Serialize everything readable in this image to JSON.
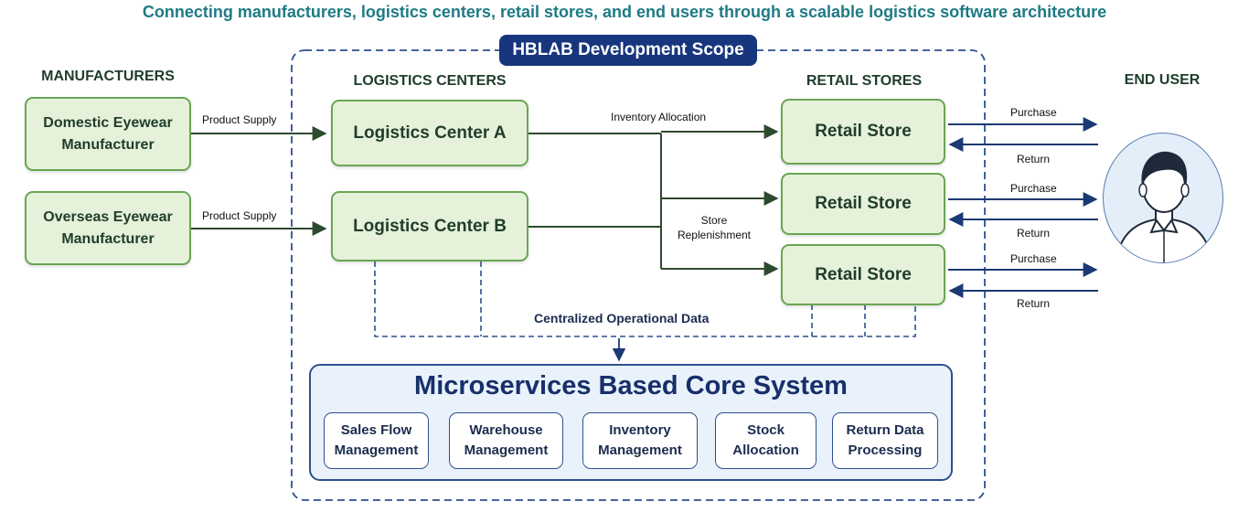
{
  "subtitle": "Connecting manufacturers, logistics centers, retail stores, and end users through a scalable logistics software architecture",
  "scope_label": "HBLAB Development Scope",
  "columns": {
    "manufacturers": "MANUFACTURERS",
    "logistics": "LOGISTICS CENTERS",
    "retail": "RETAIL STORES",
    "end_user": "END USER"
  },
  "manufacturers": [
    {
      "line1": "Domestic Eyewear",
      "line2": "Manufacturer"
    },
    {
      "line1": "Overseas Eyewear",
      "line2": "Manufacturer"
    }
  ],
  "logistics_centers": [
    "Logistics Center A",
    "Logistics Center B"
  ],
  "retail_stores": [
    "Retail Store",
    "Retail Store",
    "Retail Store"
  ],
  "flows": {
    "product_supply": [
      "Product Supply",
      "Product Supply"
    ],
    "inventory_allocation": "Inventory Allocation",
    "store_replenishment": {
      "line1": "Store",
      "line2": "Replenishment"
    },
    "purchase": [
      "Purchase",
      "Purchase",
      "Purchase"
    ],
    "return": [
      "Return",
      "Return",
      "Return"
    ],
    "centralized_data": "Centralized Operational Data"
  },
  "core_system": {
    "title": "Microservices Based Core System",
    "services": [
      {
        "line1": "Sales Flow",
        "line2": "Management"
      },
      {
        "line1": "Warehouse",
        "line2": "Management"
      },
      {
        "line1": "Inventory",
        "line2": "Management"
      },
      {
        "line1": "Stock",
        "line2": "Allocation"
      },
      {
        "line1": "Return Data",
        "line2": "Processing"
      }
    ]
  },
  "colors": {
    "green_fill": "#e6f1da",
    "green_border": "#6aa553",
    "navy": "#17367d",
    "blue_border": "#2d4f8e",
    "teal_text": "#1e7a84"
  },
  "icons": {
    "end_user": "person-avatar-icon"
  }
}
